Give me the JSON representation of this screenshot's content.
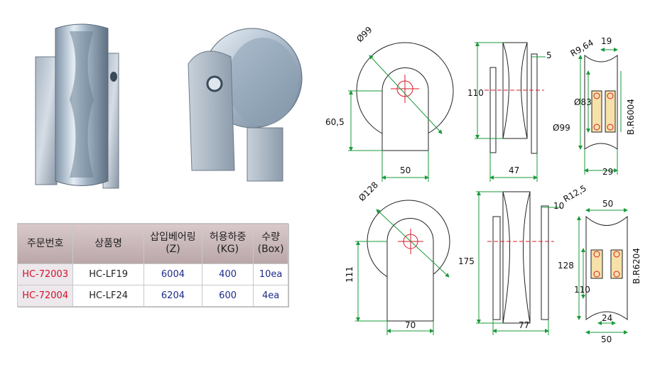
{
  "table": {
    "headers": [
      "주문번호",
      "상품명",
      "삽입베어링\n(Z)",
      "허용하중\n(KG)",
      "수량\n(Box)"
    ],
    "rows": [
      [
        "HC-72003",
        "HC-LF19",
        "6004",
        "400",
        "10ea"
      ],
      [
        "HC-72004",
        "HC-LF24",
        "6204",
        "600",
        "4ea"
      ]
    ]
  },
  "drawing_top": {
    "diameter": "Ø99",
    "height": "60,5",
    "width": "50",
    "side_height": "110",
    "side_width": "47",
    "plate_thickness": "5",
    "radius": "R9,64",
    "groove_width": "19",
    "outer_diameter": "Ø99",
    "bore_diameter": "Ø83",
    "bearing": "B.R6004",
    "hub_width": "29"
  },
  "drawing_bottom": {
    "diameter": "Ø128",
    "height": "111",
    "width": "70",
    "side_height": "175",
    "side_width": "77",
    "plate_thickness": "10",
    "radius": "R12,5",
    "groove_width": "50",
    "outer_diameter": "128",
    "bore_diameter": "110",
    "bearing": "B.R6204",
    "inner_width": "24",
    "hub_width": "50"
  }
}
